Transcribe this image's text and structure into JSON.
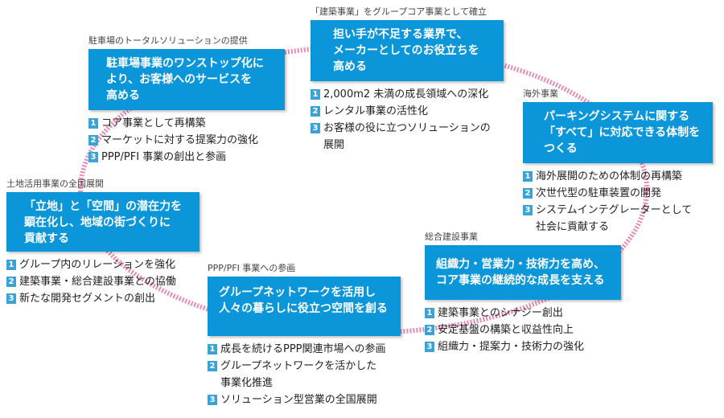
{
  "ring": {
    "color": "#e58bb6"
  },
  "blocks": [
    {
      "category": "「建築事業」をグループコア事業として確立",
      "title_lines": [
        "担い手が不足する業界で、",
        "メーカーとしてのお役立ちを",
        "高める"
      ],
      "items": [
        {
          "num": "1",
          "lines": [
            "2,000m2 未満の成長領域への深化"
          ]
        },
        {
          "num": "2",
          "lines": [
            "レンタル事業の活性化"
          ]
        },
        {
          "num": "3",
          "lines": [
            "お客様の役に立つソリューションの",
            "展開"
          ]
        }
      ]
    },
    {
      "category": "海外事業",
      "title_lines": [
        "パーキングシステムに関する",
        "「すべて」に対応できる体制を",
        "つくる"
      ],
      "items": [
        {
          "num": "1",
          "lines": [
            "海外展開のための体制の再構築"
          ]
        },
        {
          "num": "2",
          "lines": [
            "次世代型の駐車装置の開発"
          ]
        },
        {
          "num": "3",
          "lines": [
            "システムインテグレーターとして",
            "社会に貢献する"
          ]
        }
      ]
    },
    {
      "category": "総合建設事業",
      "title_lines": [
        "組織力・営業力・技術力を高め、",
        "コア事業の継続的な成長を支える"
      ],
      "items": [
        {
          "num": "1",
          "lines": [
            "建築事業とのシナジー創出"
          ]
        },
        {
          "num": "2",
          "lines": [
            "安定基盤の構築と収益性向上"
          ]
        },
        {
          "num": "3",
          "lines": [
            "組織力・提案力・技術力の強化"
          ]
        }
      ]
    },
    {
      "category": "PPP/PFI 事業への参画",
      "title_lines": [
        "グループネットワークを活用し",
        "人々の暮らしに役立つ空間を創る"
      ],
      "items": [
        {
          "num": "1",
          "lines": [
            "成長を続けるPPP関連市場への参画"
          ]
        },
        {
          "num": "2",
          "lines": [
            "グループネットワークを活かした",
            "事業化推進"
          ]
        },
        {
          "num": "3",
          "lines": [
            "ソリューション型営業の全国展開"
          ]
        }
      ]
    },
    {
      "category": "土地活用事業の全国展開",
      "title_lines": [
        "「立地」と「空間」の潜在力を",
        "顕在化し、地域の街づくりに",
        "貢献する"
      ],
      "items": [
        {
          "num": "1",
          "lines": [
            "グループ内のリレーションを強化"
          ]
        },
        {
          "num": "2",
          "lines": [
            "建築事業・総合建設事業との協働"
          ]
        },
        {
          "num": "3",
          "lines": [
            "新たな開発セグメントの創出"
          ]
        }
      ]
    },
    {
      "category": "駐車場のトータルソリューションの提供",
      "title_lines": [
        "駐車場事業のワンストップ化に",
        "より、お客様へのサービスを",
        "高める"
      ],
      "items": [
        {
          "num": "1",
          "lines": [
            "コア事業として再構築"
          ]
        },
        {
          "num": "2",
          "lines": [
            "マーケットに対する提案力の強化"
          ]
        },
        {
          "num": "3",
          "lines": [
            "PPP/PFI 事業の創出と参画"
          ]
        }
      ]
    }
  ]
}
